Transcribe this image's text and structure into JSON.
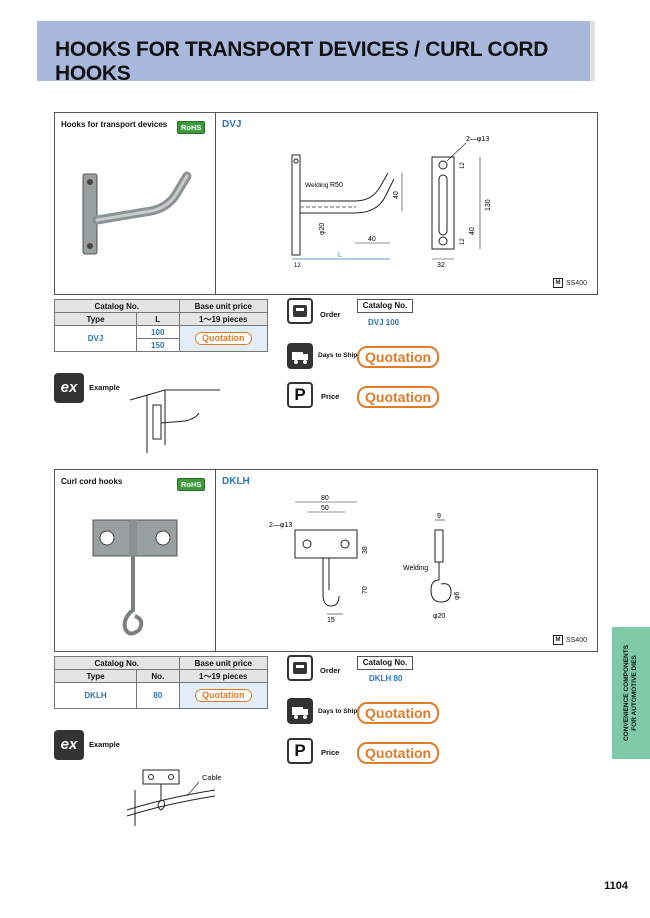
{
  "header": {
    "title": "HOOKS FOR TRANSPORT DEVICES / CURL CORD HOOKS"
  },
  "rohs": "RoHS",
  "dvj": {
    "panel_title": "Hooks for transport devices",
    "product_code": "DVJ",
    "material": "SS400",
    "dims": {
      "d13": "2—φ13",
      "r50": "R50",
      "welding": "Welding",
      "d20": "φ20",
      "v40a": "40",
      "v40b": "40",
      "v130": "130",
      "v12a": "12",
      "v12b": "12",
      "h32": "32",
      "h40": "40",
      "h12": "12",
      "L": "L"
    },
    "table": {
      "h_catalog": "Catalog No.",
      "h_price": "Base unit price",
      "h_type": "Type",
      "h_L": "L",
      "h_qty": "1～19 pieces",
      "type": "DVJ",
      "L_values": [
        "100",
        "150"
      ],
      "price": "Quotation"
    },
    "order": {
      "label": "Order",
      "catalog_label": "Catalog No.",
      "catalog_value": "DVJ 100"
    },
    "days": {
      "label": "Days to Ship",
      "value": "Quotation"
    },
    "price": {
      "label": "Price",
      "value": "Quotation"
    },
    "example": "Example"
  },
  "dklh": {
    "panel_title": "Curl cord hooks",
    "product_code": "DKLH",
    "material": "SS400",
    "dims": {
      "h80": "80",
      "h50": "50",
      "d13": "2—φ13",
      "v38": "38",
      "v70": "70",
      "h15": "15",
      "h9": "9",
      "welding": "Welding",
      "d6": "φ6",
      "d20": "φ20"
    },
    "table": {
      "h_catalog": "Catalog No.",
      "h_price": "Base unit price",
      "h_type": "Type",
      "h_no": "No.",
      "h_qty": "1～19 pieces",
      "type": "DKLH",
      "no": "80",
      "price": "Quotation"
    },
    "order": {
      "label": "Order",
      "catalog_label": "Catalog No.",
      "catalog_value": "DKLH 80"
    },
    "days": {
      "label": "Days to Ship",
      "value": "Quotation"
    },
    "price": {
      "label": "Price",
      "value": "Quotation"
    },
    "example": "Example",
    "cable": "Cable"
  },
  "material_icon": "M",
  "ex_icon": "ex",
  "price_icon": "P",
  "side_tab": {
    "line1": "CONVENIENCE COMPONENTS",
    "line2": "FOR AUTOMOTIVE DIES"
  },
  "page_number": "1104",
  "colors": {
    "banner": "#a9b9de",
    "accent_blue": "#2a77b8",
    "quotation": "#e07b2a",
    "rohs": "#3c9a3c",
    "side_tab": "#7fc9a8"
  }
}
